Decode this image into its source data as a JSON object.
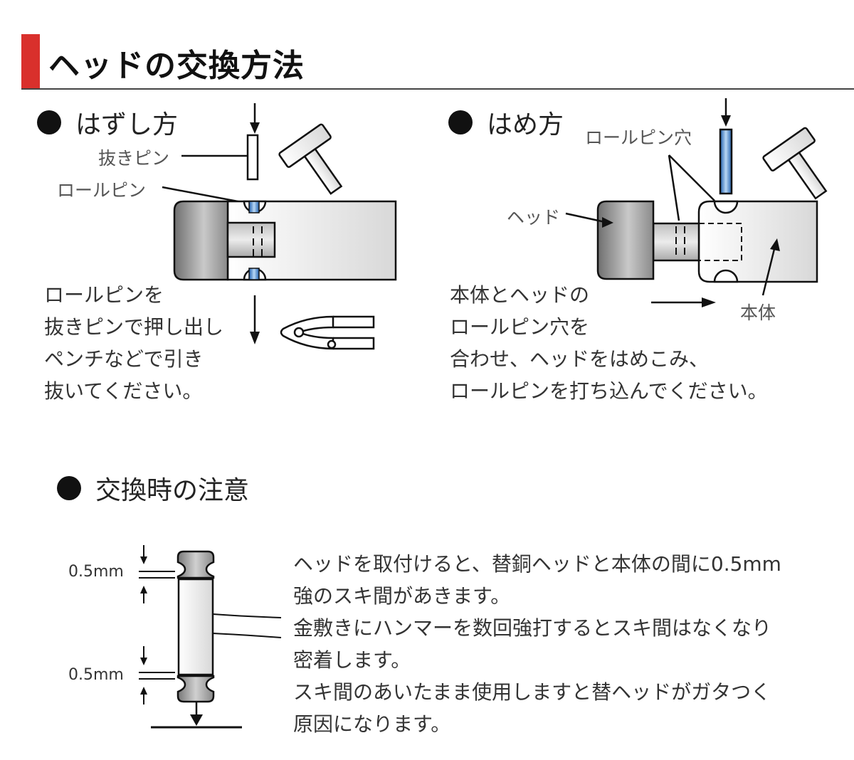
{
  "header": {
    "title": "ヘッドの交換方法"
  },
  "remove": {
    "heading": "はずし方",
    "label_pin_tool": "抜きピン",
    "label_roll_pin": "ロールピン",
    "text": [
      "ロールピンを",
      "抜きピンで押し出し",
      "ペンチなどで引き",
      "抜いてください。"
    ]
  },
  "install": {
    "heading": "はめ方",
    "label_roll_pin_hole": "ロールピン穴",
    "label_head": "ヘッド",
    "label_body": "本体",
    "text": [
      "本体とヘッドの",
      "ロールピン穴を",
      "合わせ、ヘッドをはめこみ、",
      "ロールピンを打ち込んでください。"
    ]
  },
  "caution": {
    "heading": "交換時の注意",
    "gap_top": "0.5mm",
    "gap_bottom": "0.5mm",
    "text": [
      "ヘッドを取付けると、替銅ヘッドと本体の間に0.5mm",
      "強のスキ間があきます。",
      "金敷きにハンマーを数回強打するとスキ間はなくなり",
      "密着します。",
      "スキ間のあいたまま使用しますと替ヘッドがガタつく",
      "原因になります。"
    ]
  },
  "colors": {
    "accent": "#d9302c",
    "pin_blue": "#3a7fd0"
  }
}
